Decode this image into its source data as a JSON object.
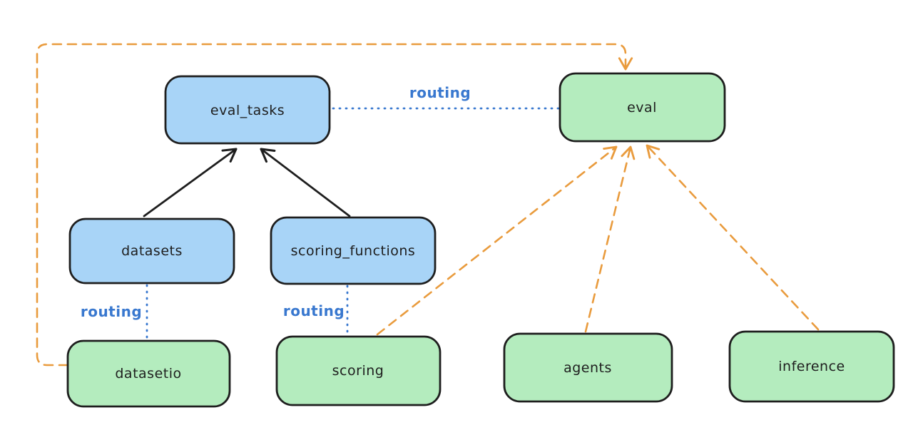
{
  "diagram": {
    "type": "architecture-routing-diagram",
    "background": "#ffffff",
    "nodes": {
      "eval_tasks": {
        "label": "eval_tasks",
        "kind": "registry",
        "fill": "blue"
      },
      "eval": {
        "label": "eval",
        "kind": "provider",
        "fill": "green"
      },
      "datasets": {
        "label": "datasets",
        "kind": "registry",
        "fill": "blue"
      },
      "scoring_functions": {
        "label": "scoring_functions",
        "kind": "registry",
        "fill": "blue"
      },
      "datasetio": {
        "label": "datasetio",
        "kind": "provider",
        "fill": "green"
      },
      "scoring": {
        "label": "scoring",
        "kind": "provider",
        "fill": "green"
      },
      "agents": {
        "label": "agents",
        "kind": "provider",
        "fill": "green"
      },
      "inference": {
        "label": "inference",
        "kind": "provider",
        "fill": "green"
      }
    },
    "edges": [
      {
        "from": "datasets",
        "to": "eval_tasks",
        "style": "solid-black-arrow",
        "label": ""
      },
      {
        "from": "scoring_functions",
        "to": "eval_tasks",
        "style": "solid-black-arrow",
        "label": ""
      },
      {
        "from": "eval_tasks",
        "to": "eval",
        "style": "dotted-blue",
        "label": "routing"
      },
      {
        "from": "datasets",
        "to": "datasetio",
        "style": "dotted-blue",
        "label": "routing"
      },
      {
        "from": "scoring_functions",
        "to": "scoring",
        "style": "dotted-blue",
        "label": "routing"
      },
      {
        "from": "datasetio",
        "to": "eval",
        "style": "dashed-orange-arrow",
        "label": ""
      },
      {
        "from": "scoring",
        "to": "eval",
        "style": "dashed-orange-arrow",
        "label": ""
      },
      {
        "from": "agents",
        "to": "eval",
        "style": "dashed-orange-arrow",
        "label": ""
      },
      {
        "from": "inference",
        "to": "eval",
        "style": "dashed-orange-arrow",
        "label": ""
      }
    ],
    "colors": {
      "blue_fill": "#a8d4f7",
      "green_fill": "#b4ecbe",
      "node_stroke": "#1e1e1e",
      "text": "#1e1e1e",
      "routing_blue": "#3978cf",
      "orange": "#e99b3d",
      "black_arrow": "#1e1e1e"
    }
  }
}
